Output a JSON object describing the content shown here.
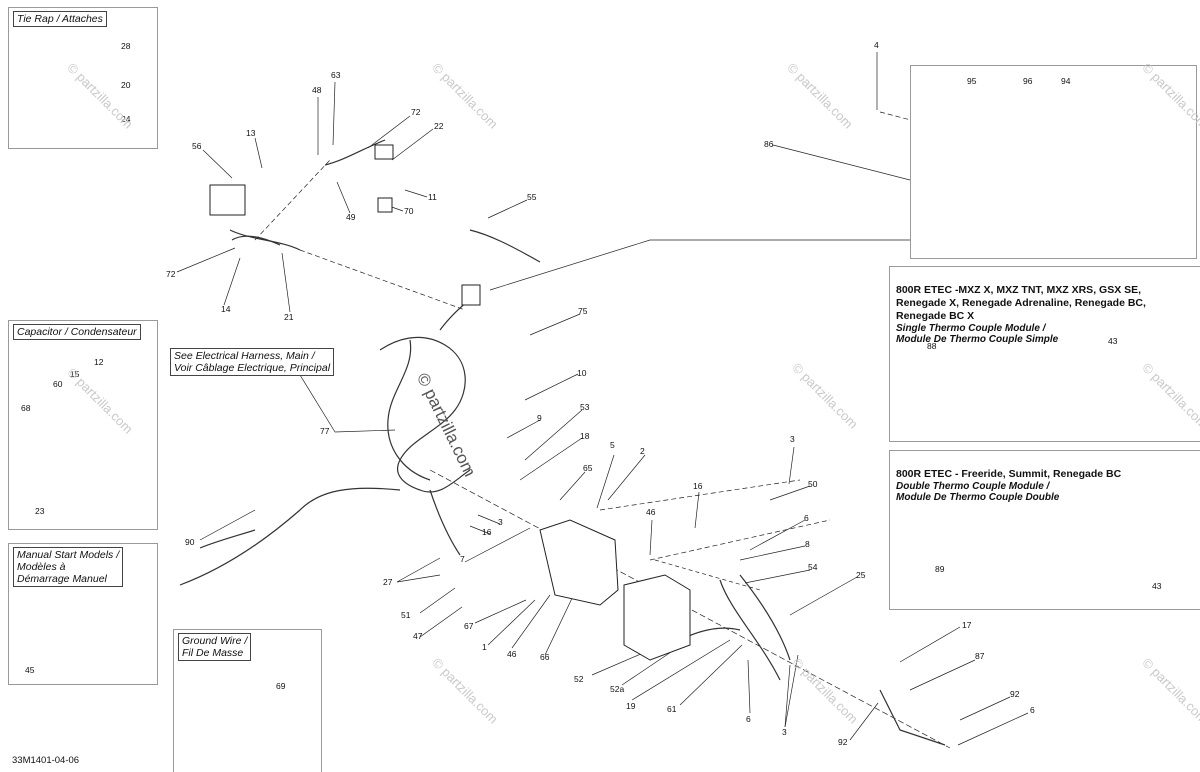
{
  "inset_boxes": {
    "tie_rap": {
      "title": "Tie Rap / Attaches",
      "parts": [
        "28",
        "20",
        "24"
      ]
    },
    "capacitor": {
      "title": "Capacitor / Condensateur",
      "parts": [
        "12",
        "15",
        "60",
        "68",
        "23"
      ]
    },
    "manual_start": {
      "title": "Manual Start Models /\nModèles à\nDémarrage Manuel",
      "parts": [
        "45"
      ]
    },
    "ground_wire": {
      "title": "Ground Wire /\nFil De Masse",
      "parts": [
        "69"
      ]
    },
    "gauge": {
      "parts": [
        "95",
        "96",
        "94",
        "86"
      ]
    },
    "single_thermo": {
      "heading": "800R ETEC -MXZ X, MXZ TNT, MXZ XRS, GSX SE,\nRenegade X, Renegade Adrenaline, Renegade BC,\nRenegade BC X",
      "subtitle": "Single Thermo Couple Module /\nModule De Thermo Couple Simple",
      "parts": [
        "88",
        "43"
      ]
    },
    "double_thermo": {
      "heading": "800R ETEC - Freeride, Summit, Renegade BC",
      "subtitle": "Double Thermo Couple Module /\nModule De Thermo Couple Double",
      "parts": [
        "89",
        "43"
      ]
    }
  },
  "harness_note": "See Electrical Harness, Main /\nVoir Câblage Electrique, Principal",
  "drawing_code": "33M1401-04-06",
  "watermark": "© partzilla.com",
  "center_watermark": "© partzilla.com",
  "main_labels": [
    "63",
    "48",
    "72",
    "22",
    "13",
    "56",
    "11",
    "49",
    "70",
    "55",
    "72",
    "14",
    "21",
    "4",
    "75",
    "77",
    "10",
    "9",
    "53",
    "18",
    "5",
    "2",
    "3",
    "50",
    "65",
    "16",
    "90",
    "3",
    "16",
    "46",
    "6",
    "8",
    "7",
    "27",
    "54",
    "25",
    "51",
    "47",
    "67",
    "1",
    "46",
    "66",
    "52",
    "52a",
    "19",
    "61",
    "6",
    "3",
    "17",
    "87",
    "92",
    "92",
    "6"
  ]
}
